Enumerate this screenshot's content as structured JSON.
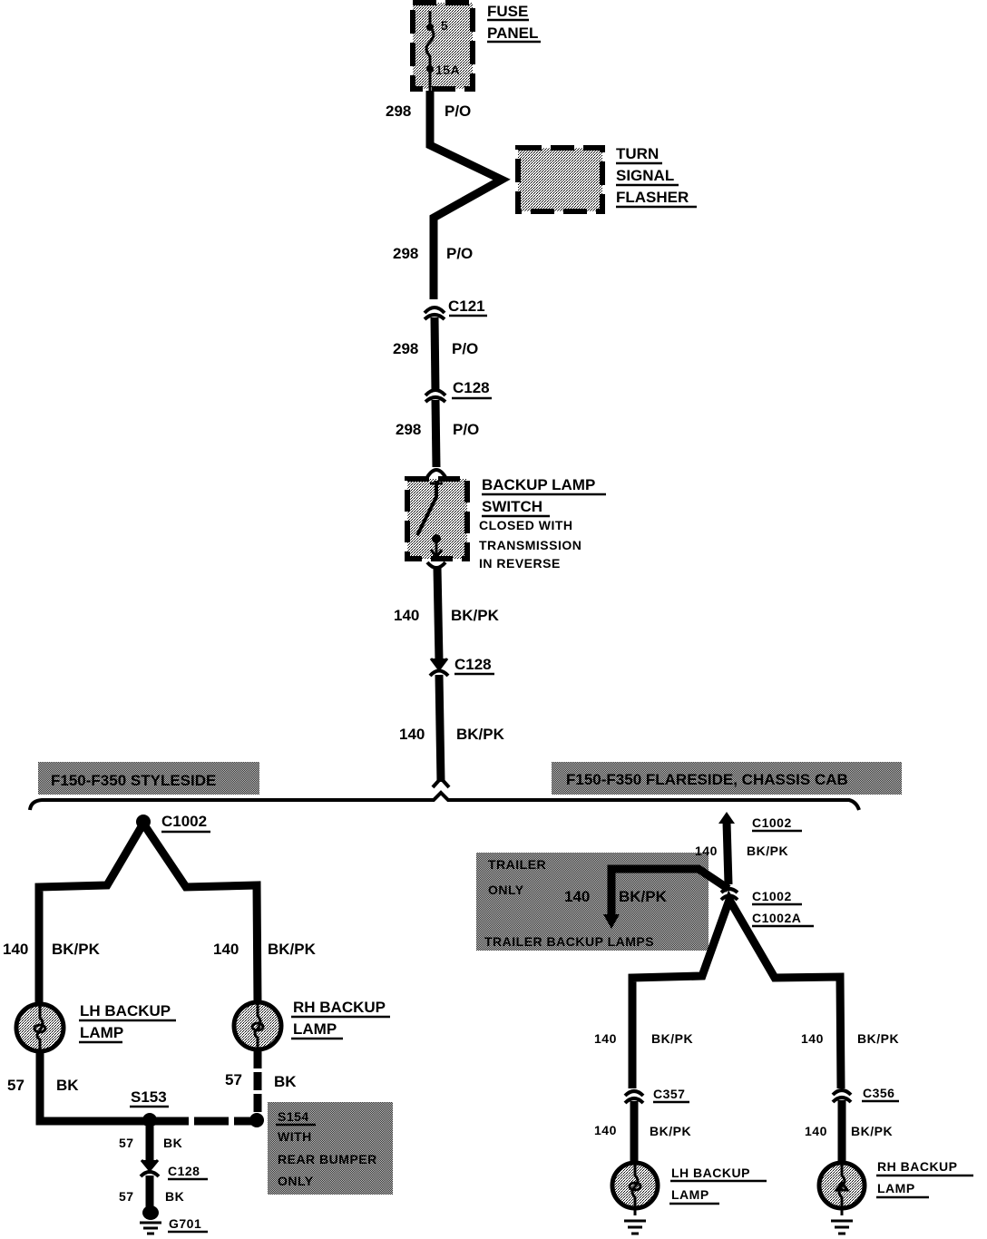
{
  "diagram": {
    "title": "Backup Lamps Wiring Diagram",
    "fuse_panel": {
      "label_line1": "FUSE",
      "label_line2": "PANEL",
      "fuse_number": "5",
      "rating": "15A"
    },
    "turn_signal_flasher": {
      "label_line1": "TURN",
      "label_line2": "SIGNAL",
      "label_line3": "FLASHER"
    },
    "backup_switch": {
      "label_line1": "BACKUP LAMP",
      "label_line2": "SWITCH",
      "note_line1": "CLOSED WITH",
      "note_line2": "TRANSMISSION",
      "note_line3": "IN REVERSE"
    },
    "main_wires": [
      {
        "circuit": "298",
        "color": "P/O"
      },
      {
        "circuit": "298",
        "color": "P/O"
      },
      {
        "circuit": "298",
        "color": "P/O"
      },
      {
        "circuit": "298",
        "color": "P/O"
      },
      {
        "circuit": "140",
        "color": "BK/PK"
      },
      {
        "circuit": "140",
        "color": "BK/PK"
      }
    ],
    "main_connectors": [
      "C121",
      "C128",
      "C128"
    ],
    "variants": {
      "styleside": "F150-F350 STYLESIDE",
      "flareside": "F150-F350 FLARESIDE, CHASSIS CAB"
    },
    "styleside": {
      "connector": "C1002",
      "left_wire": {
        "circuit": "140",
        "color": "BK/PK"
      },
      "right_wire": {
        "circuit": "140",
        "color": "BK/PK"
      },
      "lh_lamp": {
        "line1": "LH BACKUP",
        "line2": "LAMP"
      },
      "rh_lamp": {
        "line1": "RH BACKUP",
        "line2": "LAMP"
      },
      "lh_ground_wire": {
        "circuit": "57",
        "color": "BK"
      },
      "rh_ground_wire": {
        "circuit": "57",
        "color": "BK"
      },
      "splice1": "S153",
      "splice2": {
        "id": "S154",
        "line1": "WITH",
        "line2": "REAR BUMPER",
        "line3": "ONLY"
      },
      "ground_wire_upper": {
        "circuit": "57",
        "color": "BK"
      },
      "ground_connector": "C128",
      "ground_wire_lower": {
        "circuit": "57",
        "color": "BK"
      },
      "ground": "G701"
    },
    "flareside": {
      "connector_top": "C1002",
      "top_wire": {
        "circuit": "140",
        "color": "BK/PK"
      },
      "trailer_note": {
        "line1": "TRAILER",
        "line2": "ONLY",
        "wire_circuit": "140",
        "wire_color": "BK/PK",
        "destination": "TRAILER BACKUP LAMPS"
      },
      "connector_mid1": "C1002",
      "connector_mid2": "C1002A",
      "left_wire_upper": {
        "circuit": "140",
        "color": "BK/PK"
      },
      "right_wire_upper": {
        "circuit": "140",
        "color": "BK/PK"
      },
      "left_connector": "C357",
      "right_connector": "C356",
      "left_wire_lower": {
        "circuit": "140",
        "color": "BK/PK"
      },
      "right_wire_lower": {
        "circuit": "140",
        "color": "BK/PK"
      },
      "lh_lamp": {
        "line1": "LH BACKUP",
        "line2": "LAMP"
      },
      "rh_lamp": {
        "line1": "RH BACKUP",
        "line2": "LAMP"
      }
    }
  }
}
